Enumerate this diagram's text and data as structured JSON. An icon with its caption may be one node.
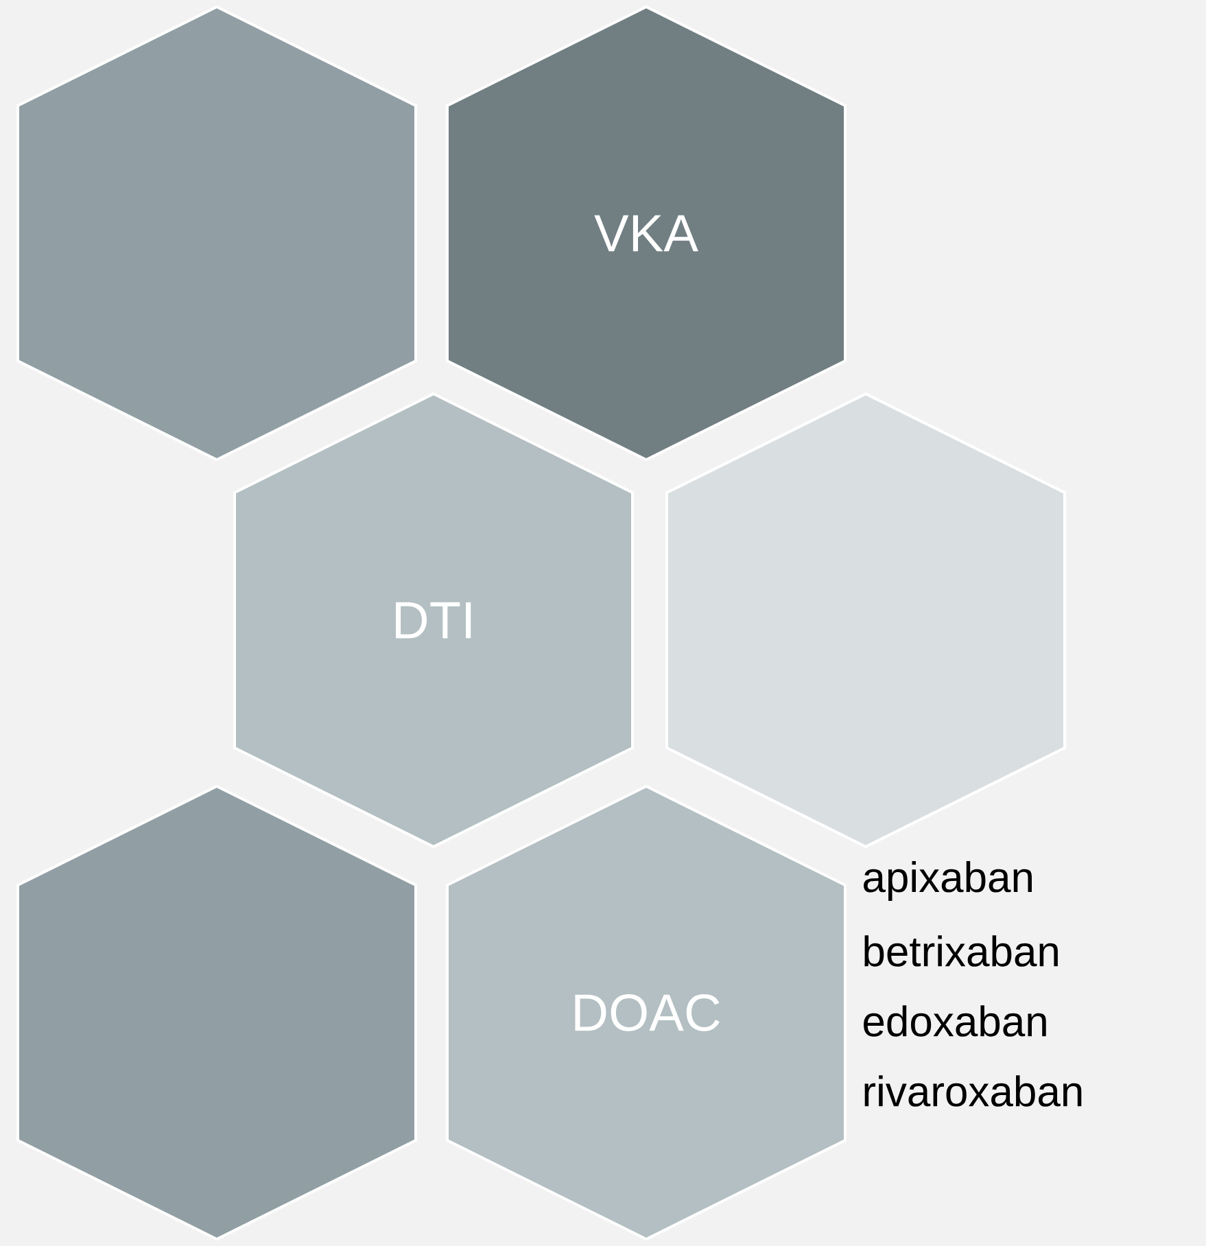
{
  "diagram": {
    "nodes": [
      {
        "text": [],
        "shape": "hexagon"
      },
      {
        "text": [
          "VKA"
        ]
      },
      {
        "text": [
          "DTI"
        ]
      },
      {
        "text": [],
        "shape": "hexagon"
      },
      {
        "text": [],
        "shape": "hexagon"
      },
      {
        "text": [
          "DOAC"
        ],
        "beside": [
          "apixaban",
          "betrixaban",
          "edoxaban",
          "rivaroxaban"
        ]
      }
    ]
  }
}
